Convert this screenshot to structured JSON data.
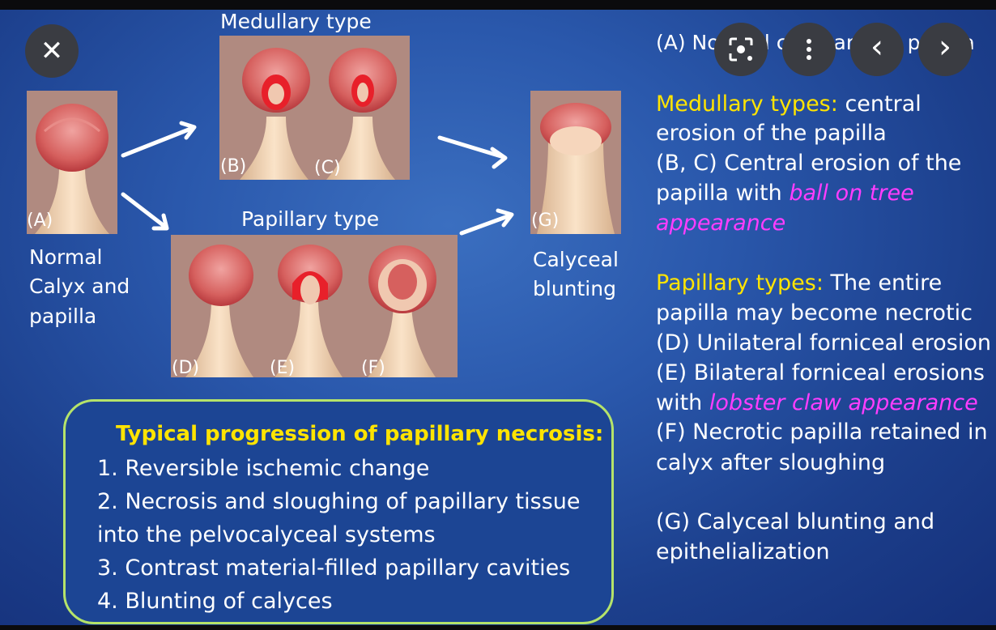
{
  "controls": {
    "close_glyph": "✕",
    "prev_glyph": "‹",
    "next_glyph": "›"
  },
  "labels": {
    "medullary_type": "Medullary type",
    "papillary_type": "Papillary type",
    "a": "(A)",
    "b": "(B)",
    "c": "(C)",
    "d": "(D)",
    "e": "(E)",
    "f": "(F)",
    "g": "(G)",
    "normal_1": "Normal",
    "normal_2": "Calyx and",
    "normal_3": "papilla",
    "blunt_1": "Calyceal",
    "blunt_2": "blunting"
  },
  "legend": {
    "a_1": "(A) No",
    "a_2": "al cal",
    "a_3": "x and",
    "a_4": "papilla",
    "med_head": "Medullary types:",
    "med_rest": " central",
    "med_2": "erosion of the papilla",
    "bc_1": "(B, C) Central erosion of the",
    "bc_2": "papilla with ",
    "bc_2m": "ball on tree",
    "bc_3m": "appearance",
    "pap_head": "Papillary types:",
    "pap_rest": " The entire",
    "pap_2": "papilla may become necrotic",
    "d": "(D) Unilateral forniceal erosion",
    "e_1": "(E) Bilateral forniceal erosions",
    "e_2": "with ",
    "e_2m": "lobster claw appearance",
    "f_1": "(F) Necrotic papilla retained in",
    "f_2": "calyx after sloughing",
    "g_1": "(G) Calyceal blunting and",
    "g_2": "epithelialization"
  },
  "progression": {
    "title": "Typical progression of papillary necrosis:",
    "s1": "1.  Reversible ischemic change",
    "s2a": "2.  Necrosis and sloughing of papillary tissue",
    "s2b": "into the pelvocalyceal systems",
    "s3": "3.  Contrast material-filled papillary cavities",
    "s4": "4.  Blunting of calyces"
  }
}
